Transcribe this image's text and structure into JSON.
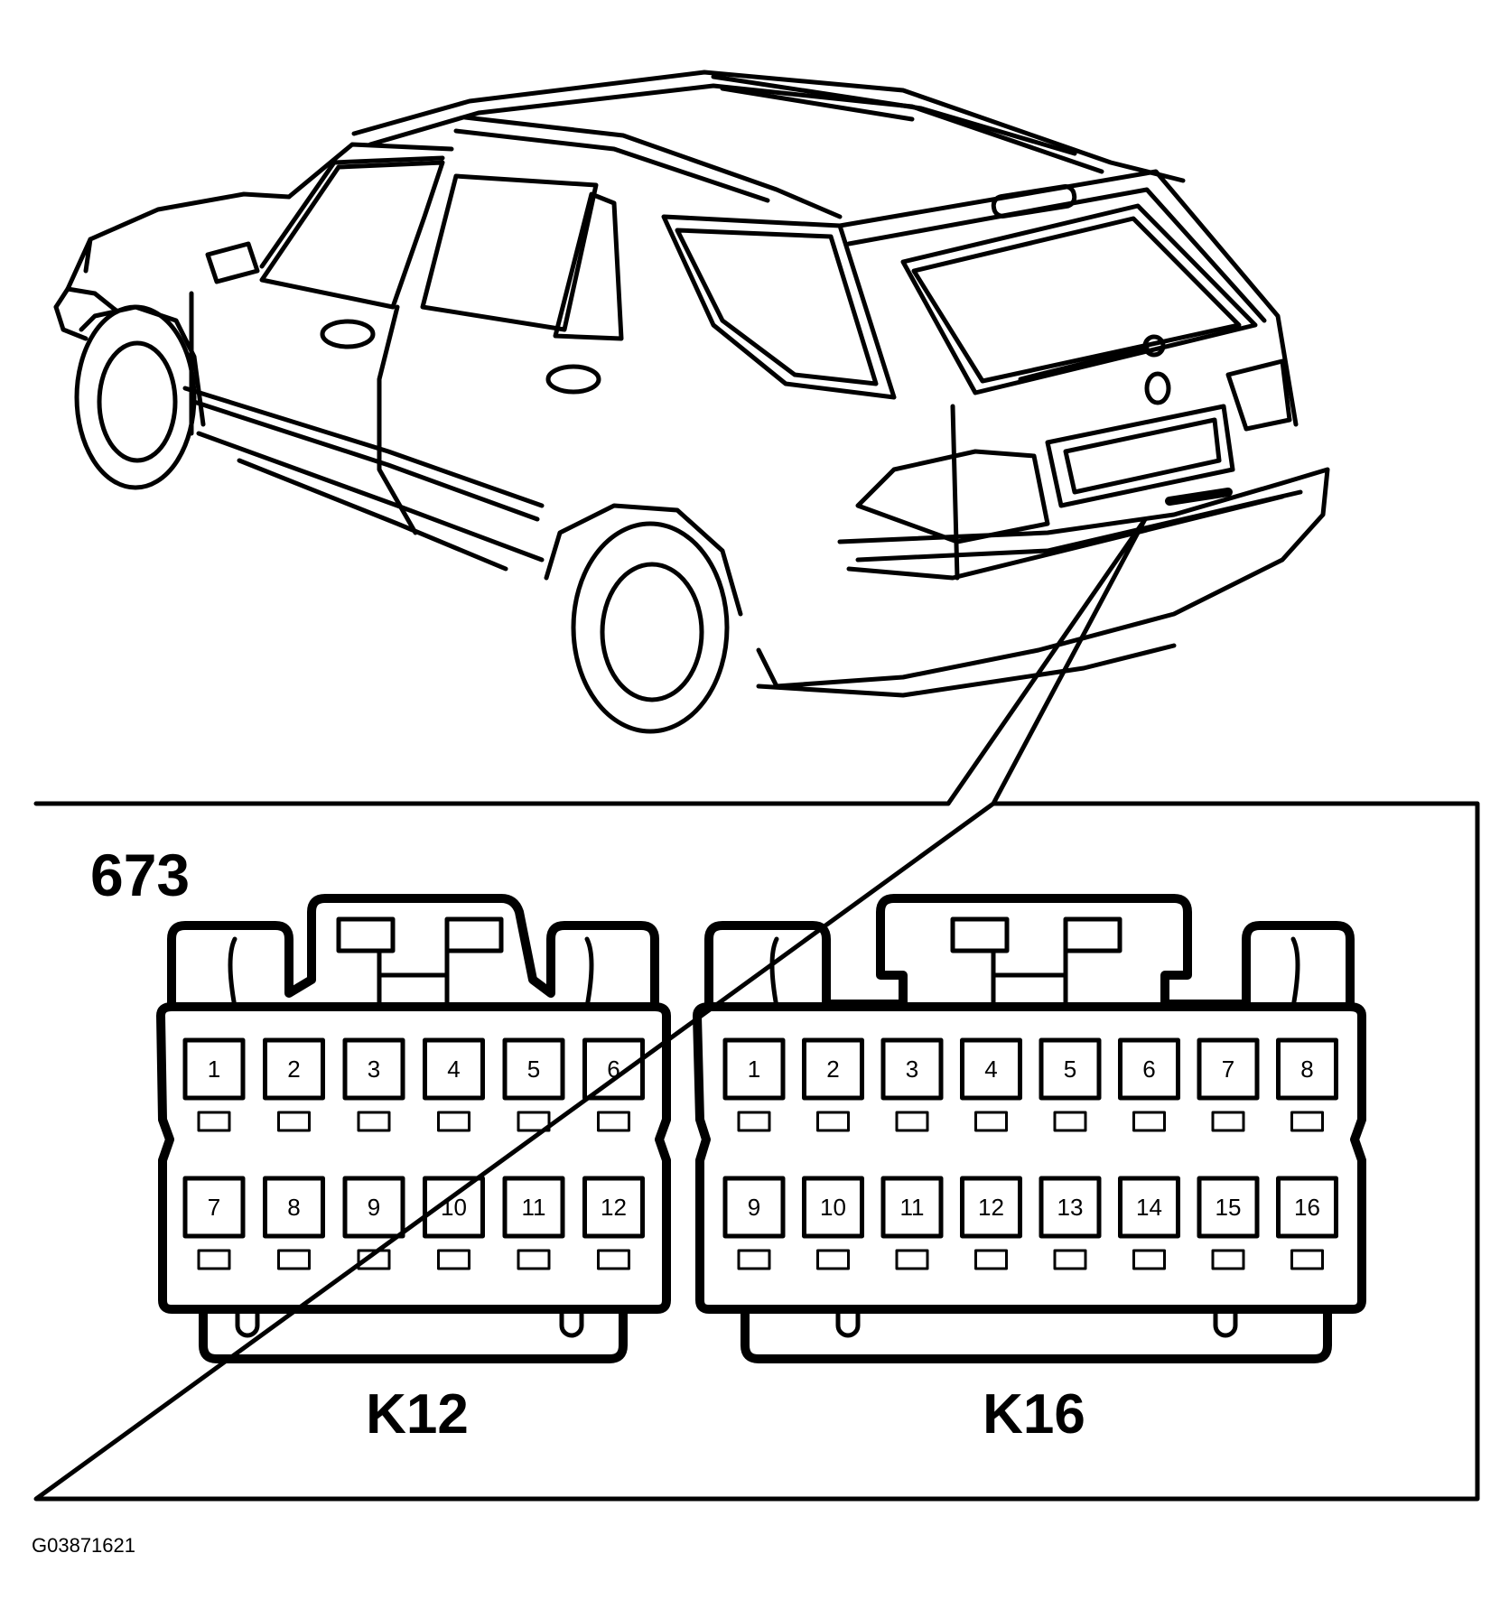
{
  "connector_id": "673",
  "figure_code": "G03871621",
  "connectors": [
    {
      "name": "K12",
      "pins_top": [
        "1",
        "2",
        "3",
        "4",
        "5",
        "6"
      ],
      "pins_bottom": [
        "7",
        "8",
        "9",
        "10",
        "11",
        "12"
      ]
    },
    {
      "name": "K16",
      "pins_top": [
        "1",
        "2",
        "3",
        "4",
        "5",
        "6",
        "7",
        "8"
      ],
      "pins_bottom": [
        "9",
        "10",
        "11",
        "12",
        "13",
        "14",
        "15",
        "16"
      ]
    }
  ]
}
